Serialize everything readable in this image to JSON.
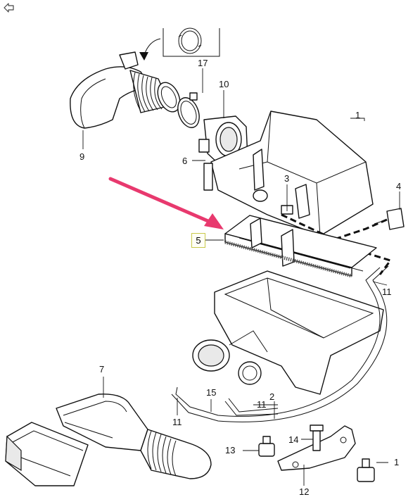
{
  "nav": {
    "back_icon": "back-arrow-icon"
  },
  "highlight": {
    "arrow_color": "#e8396e",
    "box_border": "#c9c94a"
  },
  "labels": {
    "p1_top": "1",
    "p1_bottom": "1",
    "p2": "2",
    "p3": "3",
    "p4": "4",
    "p5": "5",
    "p6": "6",
    "p7": "7",
    "p9": "9",
    "p10": "10",
    "p11_right": "11",
    "p11_mid": "11",
    "p11_left": "11",
    "p12": "12",
    "p13": "13",
    "p14": "14",
    "p15": "15",
    "p17": "17"
  }
}
